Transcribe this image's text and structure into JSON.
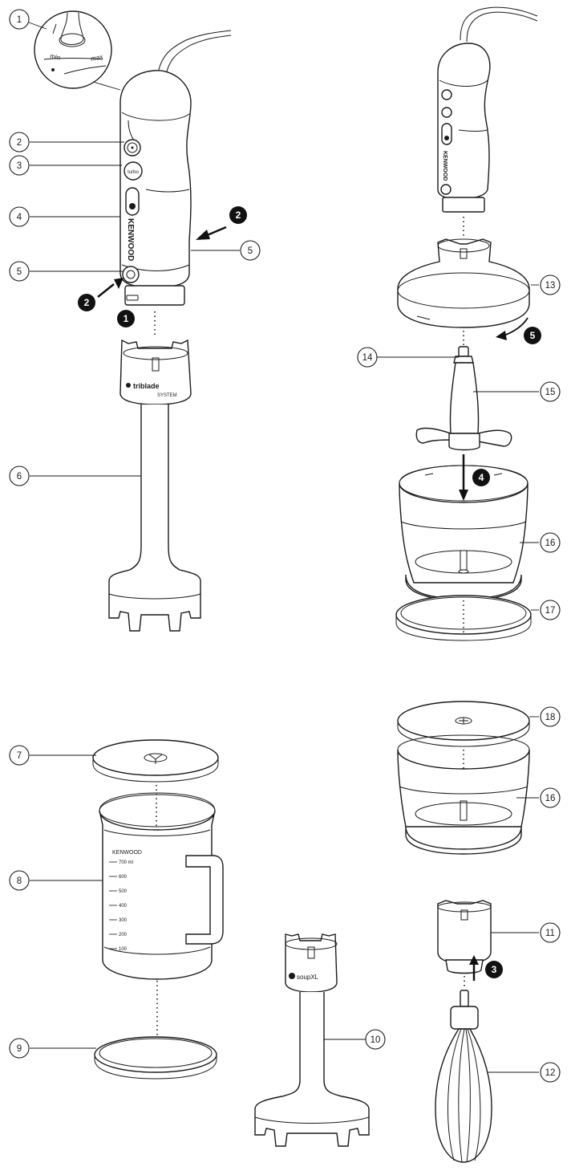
{
  "callouts": [
    "1",
    "2",
    "3",
    "4",
    "5",
    "5",
    "6",
    "7",
    "8",
    "9",
    "10",
    "11",
    "12",
    "13",
    "14",
    "15",
    "16",
    "17",
    "18",
    "16"
  ],
  "steps": [
    "1",
    "2",
    "2",
    "3",
    "4",
    "5"
  ],
  "labels": {
    "dial_min": "min",
    "dial_max": "max",
    "brand": "KENWOOD",
    "turbo_button": "turbo",
    "shaft_logo": "triblade",
    "shaft_logo_sub": "SYSTEM",
    "soup_logo": "soupXL",
    "beaker_brand": "KENWOOD",
    "beaker_marks": [
      "700 ml",
      "600",
      "500",
      "400",
      "300",
      "200",
      "100"
    ]
  }
}
